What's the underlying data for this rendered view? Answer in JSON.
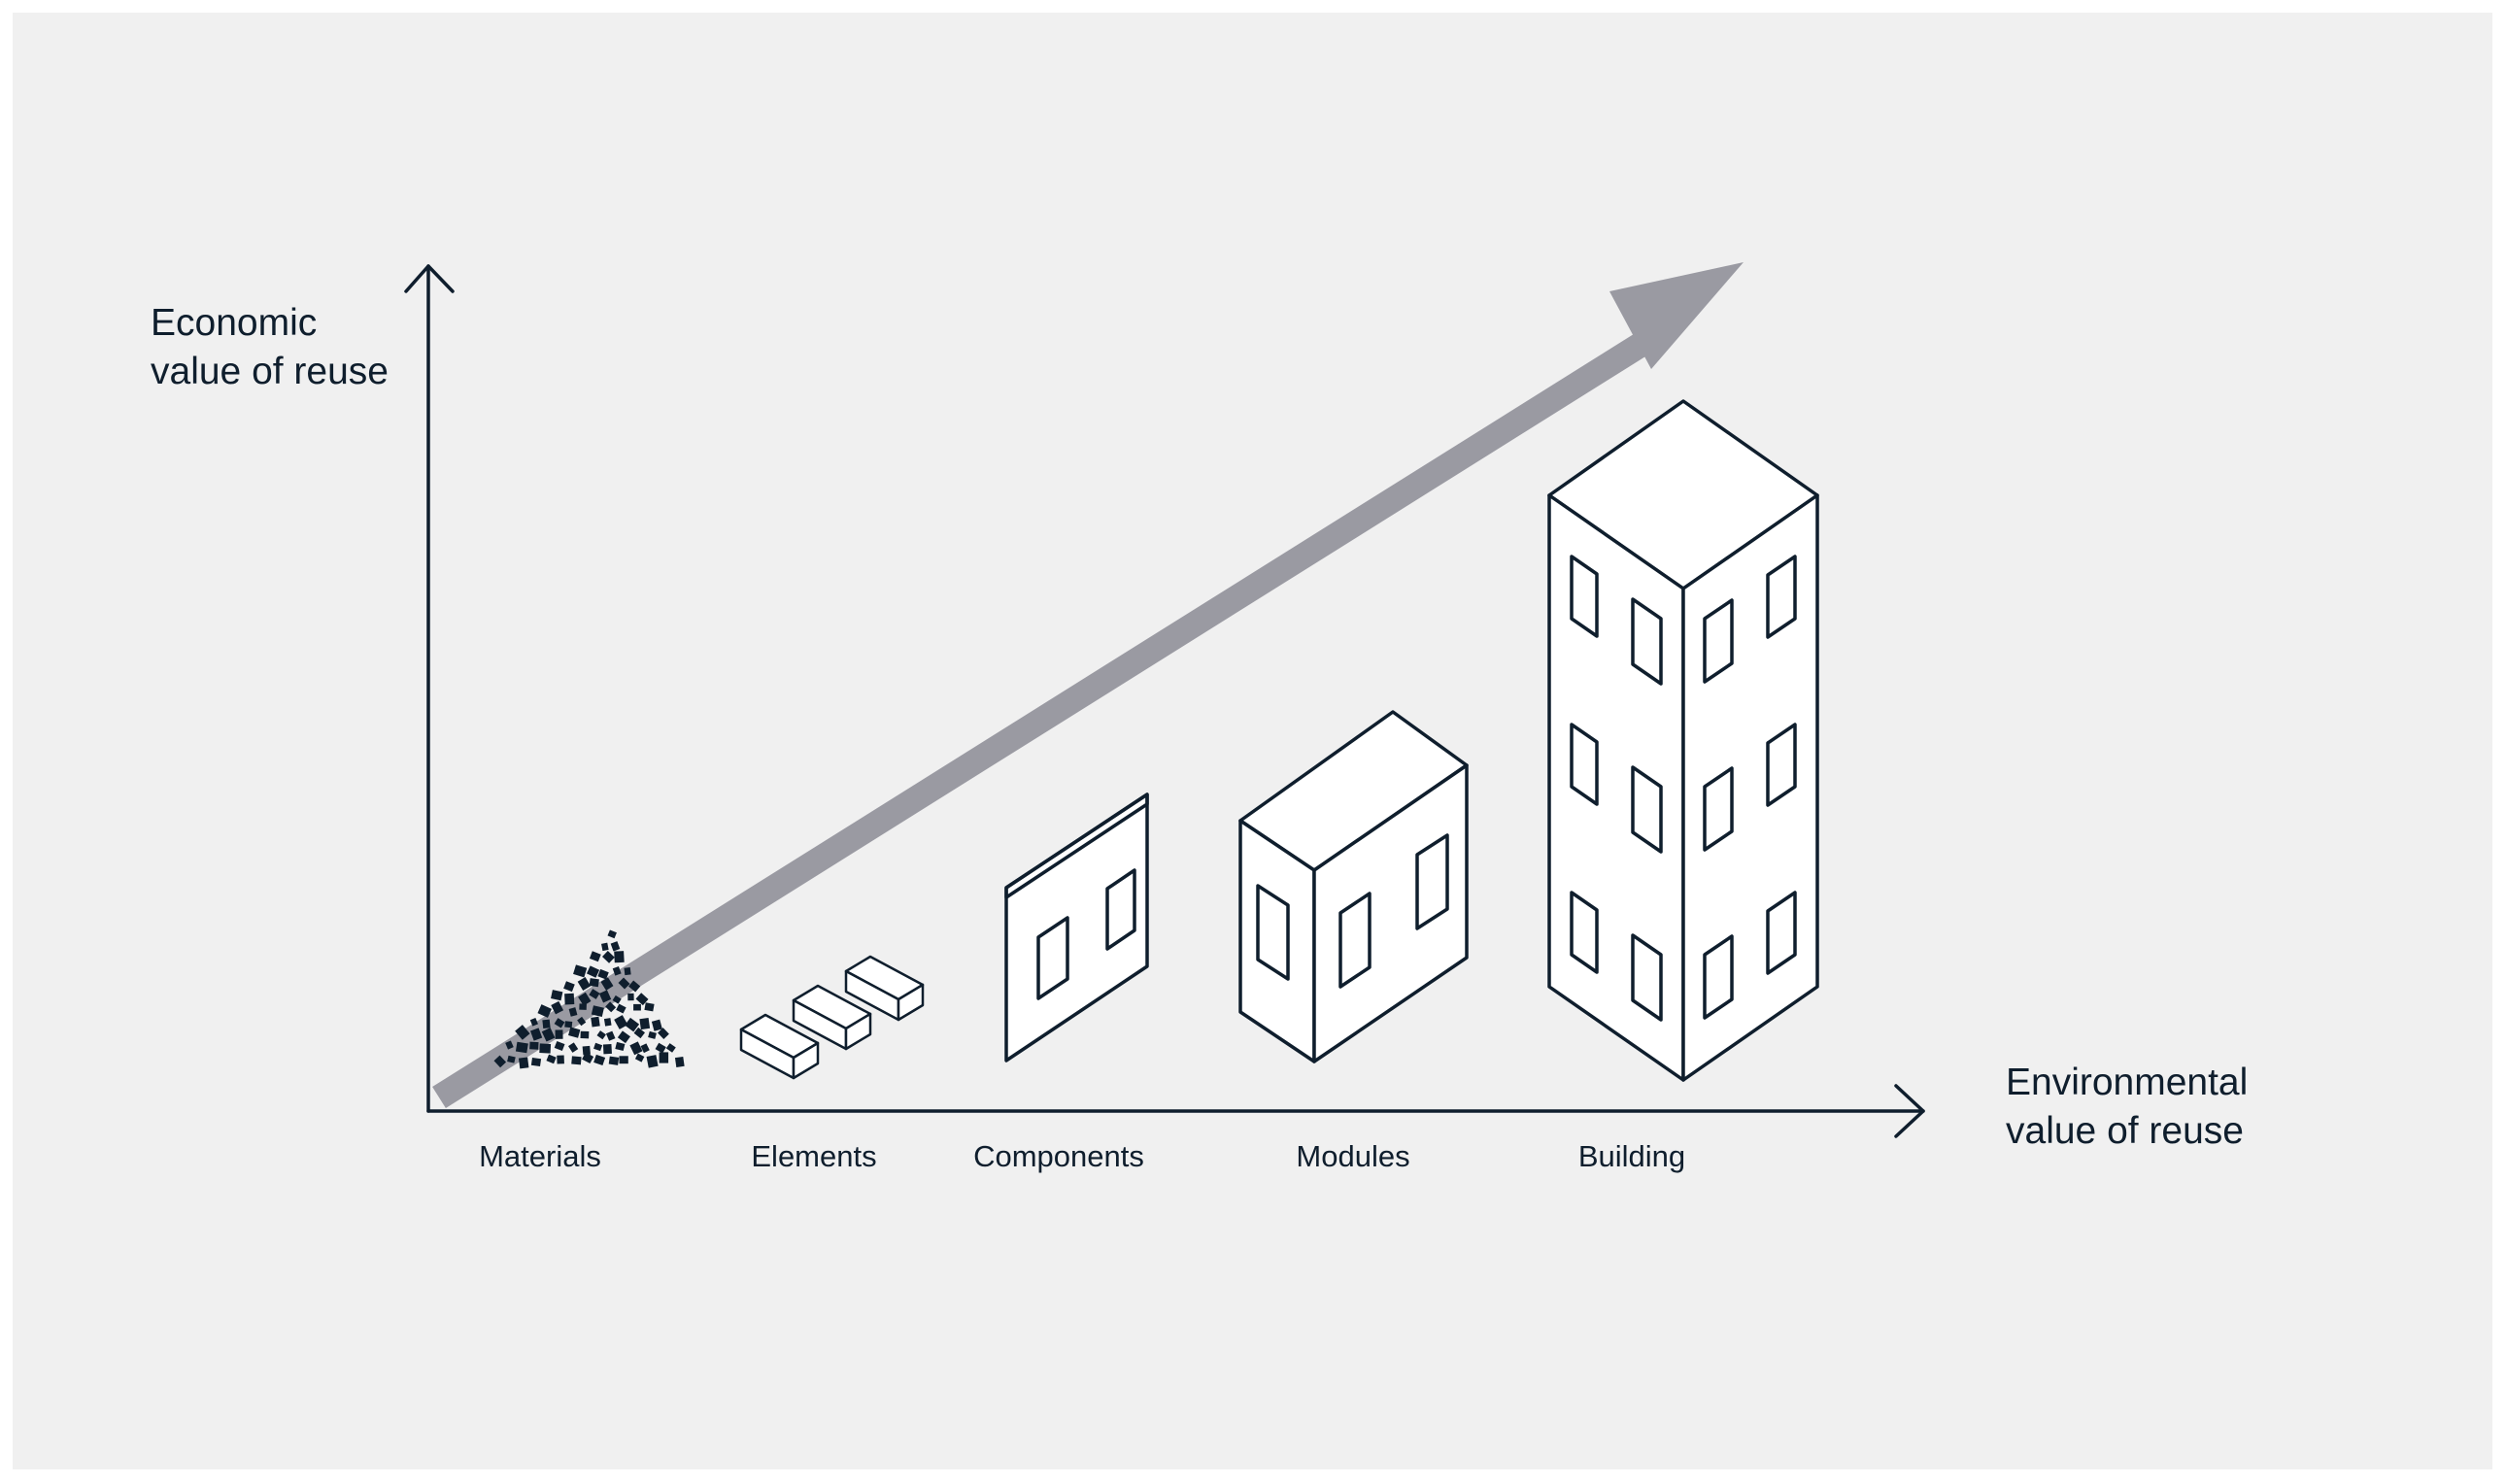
{
  "axes": {
    "y_label_line1": "Economic",
    "y_label_line2": "value of reuse",
    "x_label_line1": "Environmental",
    "x_label_line2": "value of reuse"
  },
  "stages": [
    {
      "key": "materials",
      "label": "Materials"
    },
    {
      "key": "elements",
      "label": "Elements"
    },
    {
      "key": "components",
      "label": "Components"
    },
    {
      "key": "modules",
      "label": "Modules"
    },
    {
      "key": "building",
      "label": "Building"
    }
  ],
  "colors": {
    "background": "#f0f0f0",
    "ink": "#0f1e2d",
    "trend_arrow": "#9a9aa2"
  }
}
